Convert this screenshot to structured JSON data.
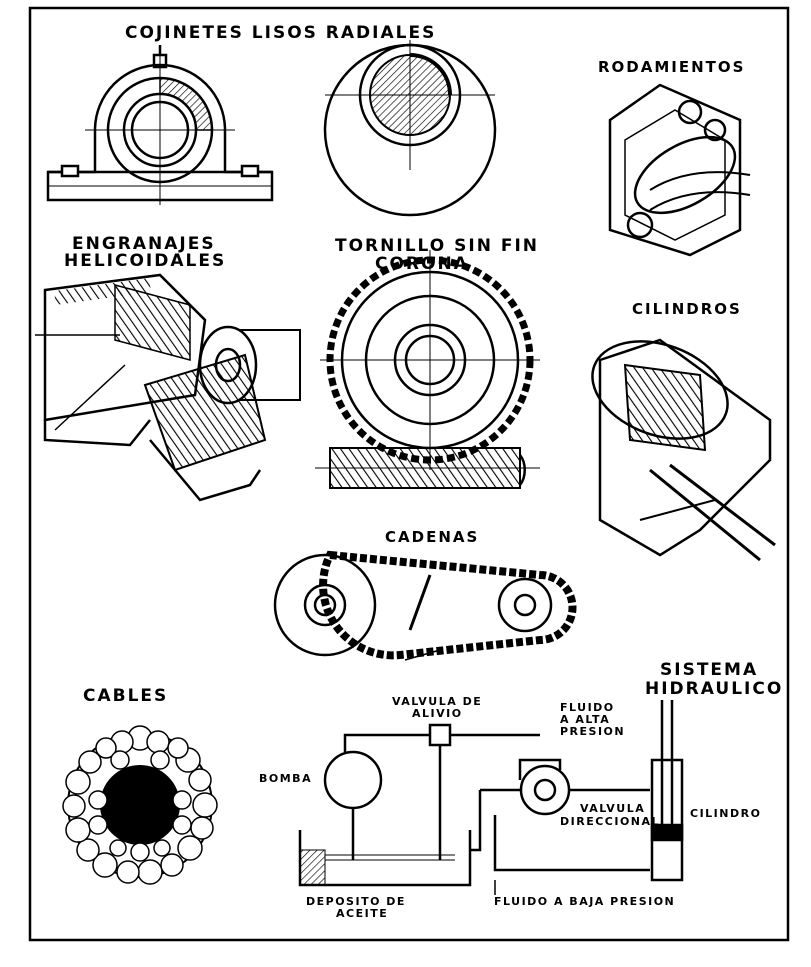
{
  "labels": {
    "cojinetes": "COJINETES  LISOS  RADIALES",
    "rodamientos": "RODAMIENTOS",
    "engranajes_1": "ENGRANAJES",
    "engranajes_2": "HELICOIDALES",
    "tornillo_1": "TORNILLO SIN FIN",
    "tornillo_2": "CORONA",
    "cilindros": "CILINDROS",
    "cadenas": "CADENAS",
    "cables": "CABLES",
    "sistema_1": "SISTEMA",
    "sistema_2": "HIDRAULICO",
    "valvula_alivio_1": "VALVULA  DE",
    "valvula_alivio_2": "ALIVIO",
    "fluido_alta_1": "FLUIDO",
    "fluido_alta_2": "A ALTA",
    "fluido_alta_3": "PRESION",
    "bomba": "BOMBA",
    "valvula_dir_1": "VALVULA",
    "valvula_dir_2": "DIRECCIONAL",
    "cilindro": "CILINDRO",
    "deposito_1": "DEPOSITO   DE",
    "deposito_2": "ACEITE",
    "fluido_baja": "FLUIDO  A  BAJA  PRESION"
  },
  "colors": {
    "ink": "#000000",
    "paper": "#ffffff"
  }
}
